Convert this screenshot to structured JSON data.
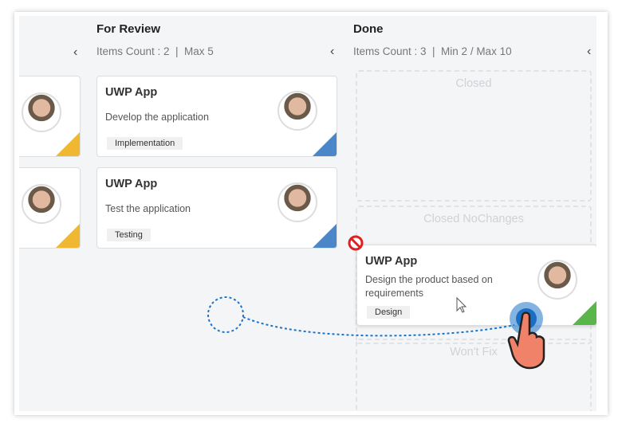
{
  "columns": [
    {
      "title": "For Review",
      "status": "Items Count : 2  |  Max 5"
    },
    {
      "title": "Done",
      "status": "Items Count : 3  |  Min 2 / Max 10"
    }
  ],
  "review_cards": [
    {
      "title": "UWP App",
      "desc": "Develop the application",
      "tag": "Implementation",
      "color": "#4a86c8"
    },
    {
      "title": "UWP App",
      "desc": "Test the application",
      "tag": "Testing",
      "color": "#4a86c8"
    }
  ],
  "partial_card_color": "#f0b731",
  "done_zones": [
    "Closed",
    "Closed NoChanges",
    "Won't Fix"
  ],
  "drag_card": {
    "title": "UWP App",
    "desc": "Design the product based on requirements",
    "tag": "Design",
    "color": "#5ab54b"
  },
  "icons": {
    "collapse": "chevron-left-icon",
    "no_drop": "no-entry-icon",
    "hand": "hand-pointer-icon",
    "cursor": "arrow-cursor-icon"
  }
}
